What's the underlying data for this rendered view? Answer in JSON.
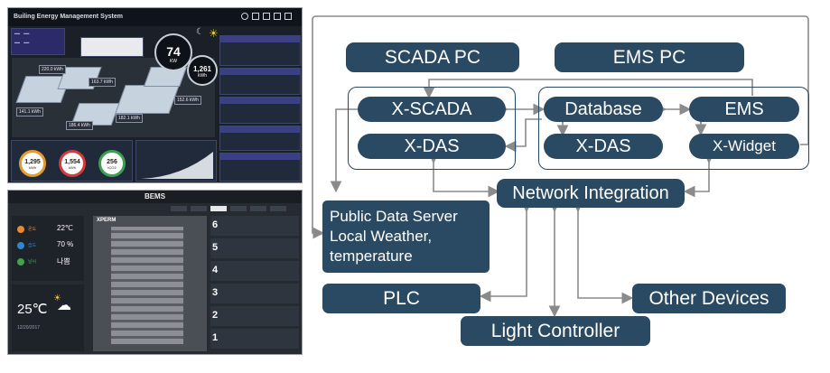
{
  "screenshot_top": {
    "title": "Builing Energy Management System",
    "kw_value": "74",
    "kw_unit": "KW",
    "kwh_value": "1,261",
    "kwh_unit": "kWh",
    "counters": [
      {
        "value": "1,295",
        "unit": "kWh"
      },
      {
        "value": "1,554",
        "unit": "kWh"
      },
      {
        "value": "256",
        "unit": "tCO2"
      }
    ],
    "callout_values": [
      "163.7",
      "220.0",
      "182.1",
      "152.6",
      "186.4",
      "141.1"
    ],
    "callout_unit": "kWh"
  },
  "screenshot_bottom": {
    "title": "BEMS",
    "weather_rows": [
      {
        "label": "온도",
        "value": "22℃"
      },
      {
        "label": "습도",
        "value": "70 %"
      },
      {
        "label": "날씨",
        "value": "나쁨"
      }
    ],
    "temperature": "25℃",
    "date": "12/20/2017",
    "brand": "XPERM",
    "floors": [
      "6",
      "5",
      "4",
      "3",
      "2",
      "1"
    ]
  },
  "diagram": {
    "scada_pc": "SCADA PC",
    "ems_pc": "EMS PC",
    "x_scada": "X-SCADA",
    "x_das_left": "X-DAS",
    "database": "Database",
    "ems": "EMS",
    "x_das_right": "X-DAS",
    "x_widget": "X-Widget",
    "network_integration": "Network Integration",
    "public_data_server": [
      "Public Data Server",
      "Local Weather,",
      "temperature"
    ],
    "plc": "PLC",
    "other_devices": "Other Devices",
    "light_controller": "Light Controller",
    "box_color": "#2a4a63",
    "line_color": "#8a8a8a"
  }
}
